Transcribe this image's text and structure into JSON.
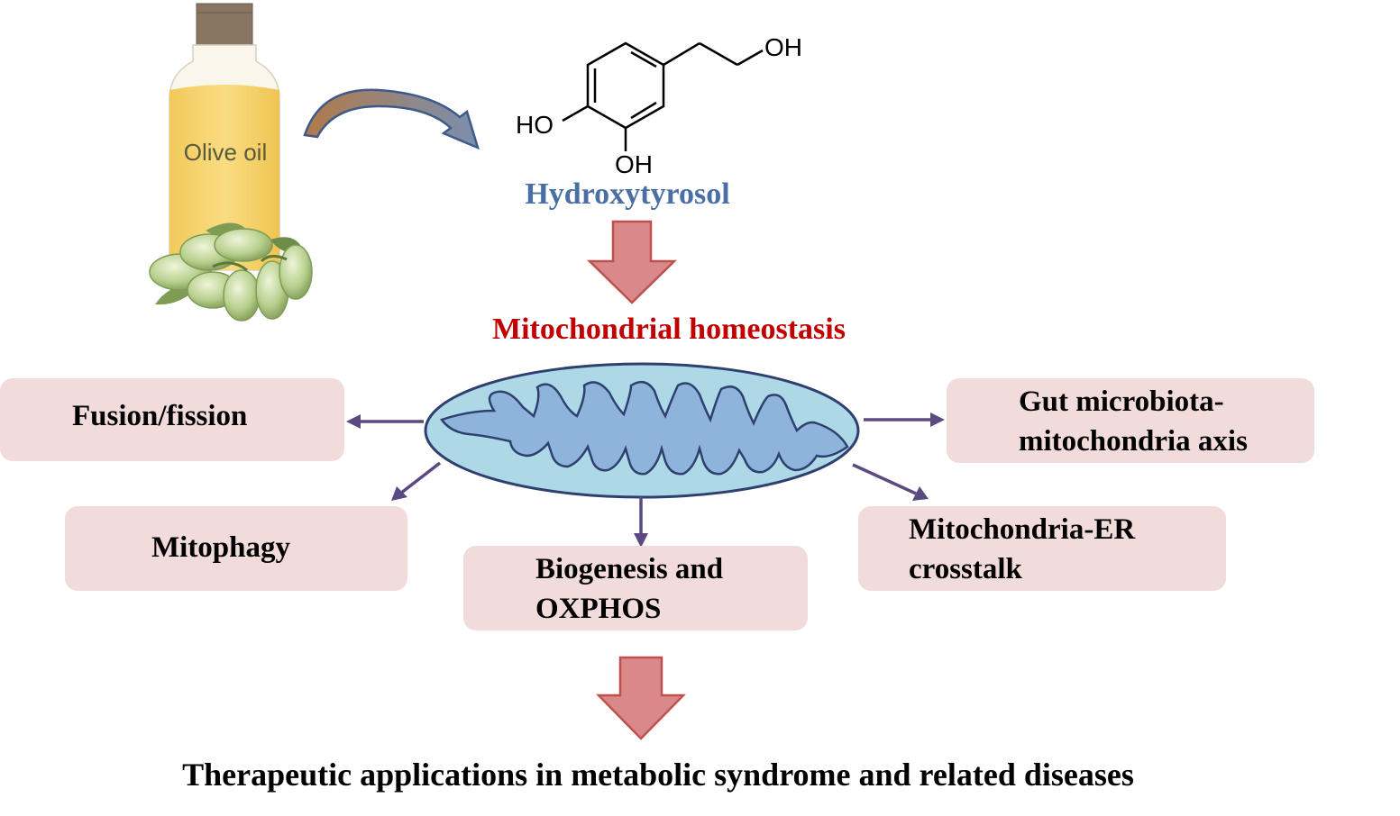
{
  "product": {
    "bottle_label": "Olive oil",
    "compound_name": "Hydroxytyrosol",
    "oh_top": "OH",
    "ho_left": "HO",
    "oh_bottom": "OH"
  },
  "center": {
    "title": "Mitochondrial homeostasis"
  },
  "boxes": {
    "fusion": {
      "label": "Fusion/fission"
    },
    "mitophagy": {
      "label": "Mitophagy"
    },
    "biogenesis": {
      "line1": "Biogenesis and",
      "line2": "OXPHOS"
    },
    "er": {
      "line1": "Mitochondria-ER",
      "line2": "crosstalk"
    },
    "gut": {
      "line1": "Gut microbiota-",
      "line2": "mitochondria axis"
    }
  },
  "footer": {
    "conclusion": "Therapeutic applications in metabolic syndrome and related diseases"
  },
  "colors": {
    "box_fill": "#f2dcdb",
    "arrow_fill": "#d9898a",
    "arrow_stroke": "#c0504d",
    "connector": "#5b4a7f",
    "mito_outer": "#add8e6",
    "mito_inner": "#8fb4dc",
    "compound_color": "#4a6fa5",
    "center_title_color": "#c00000"
  }
}
